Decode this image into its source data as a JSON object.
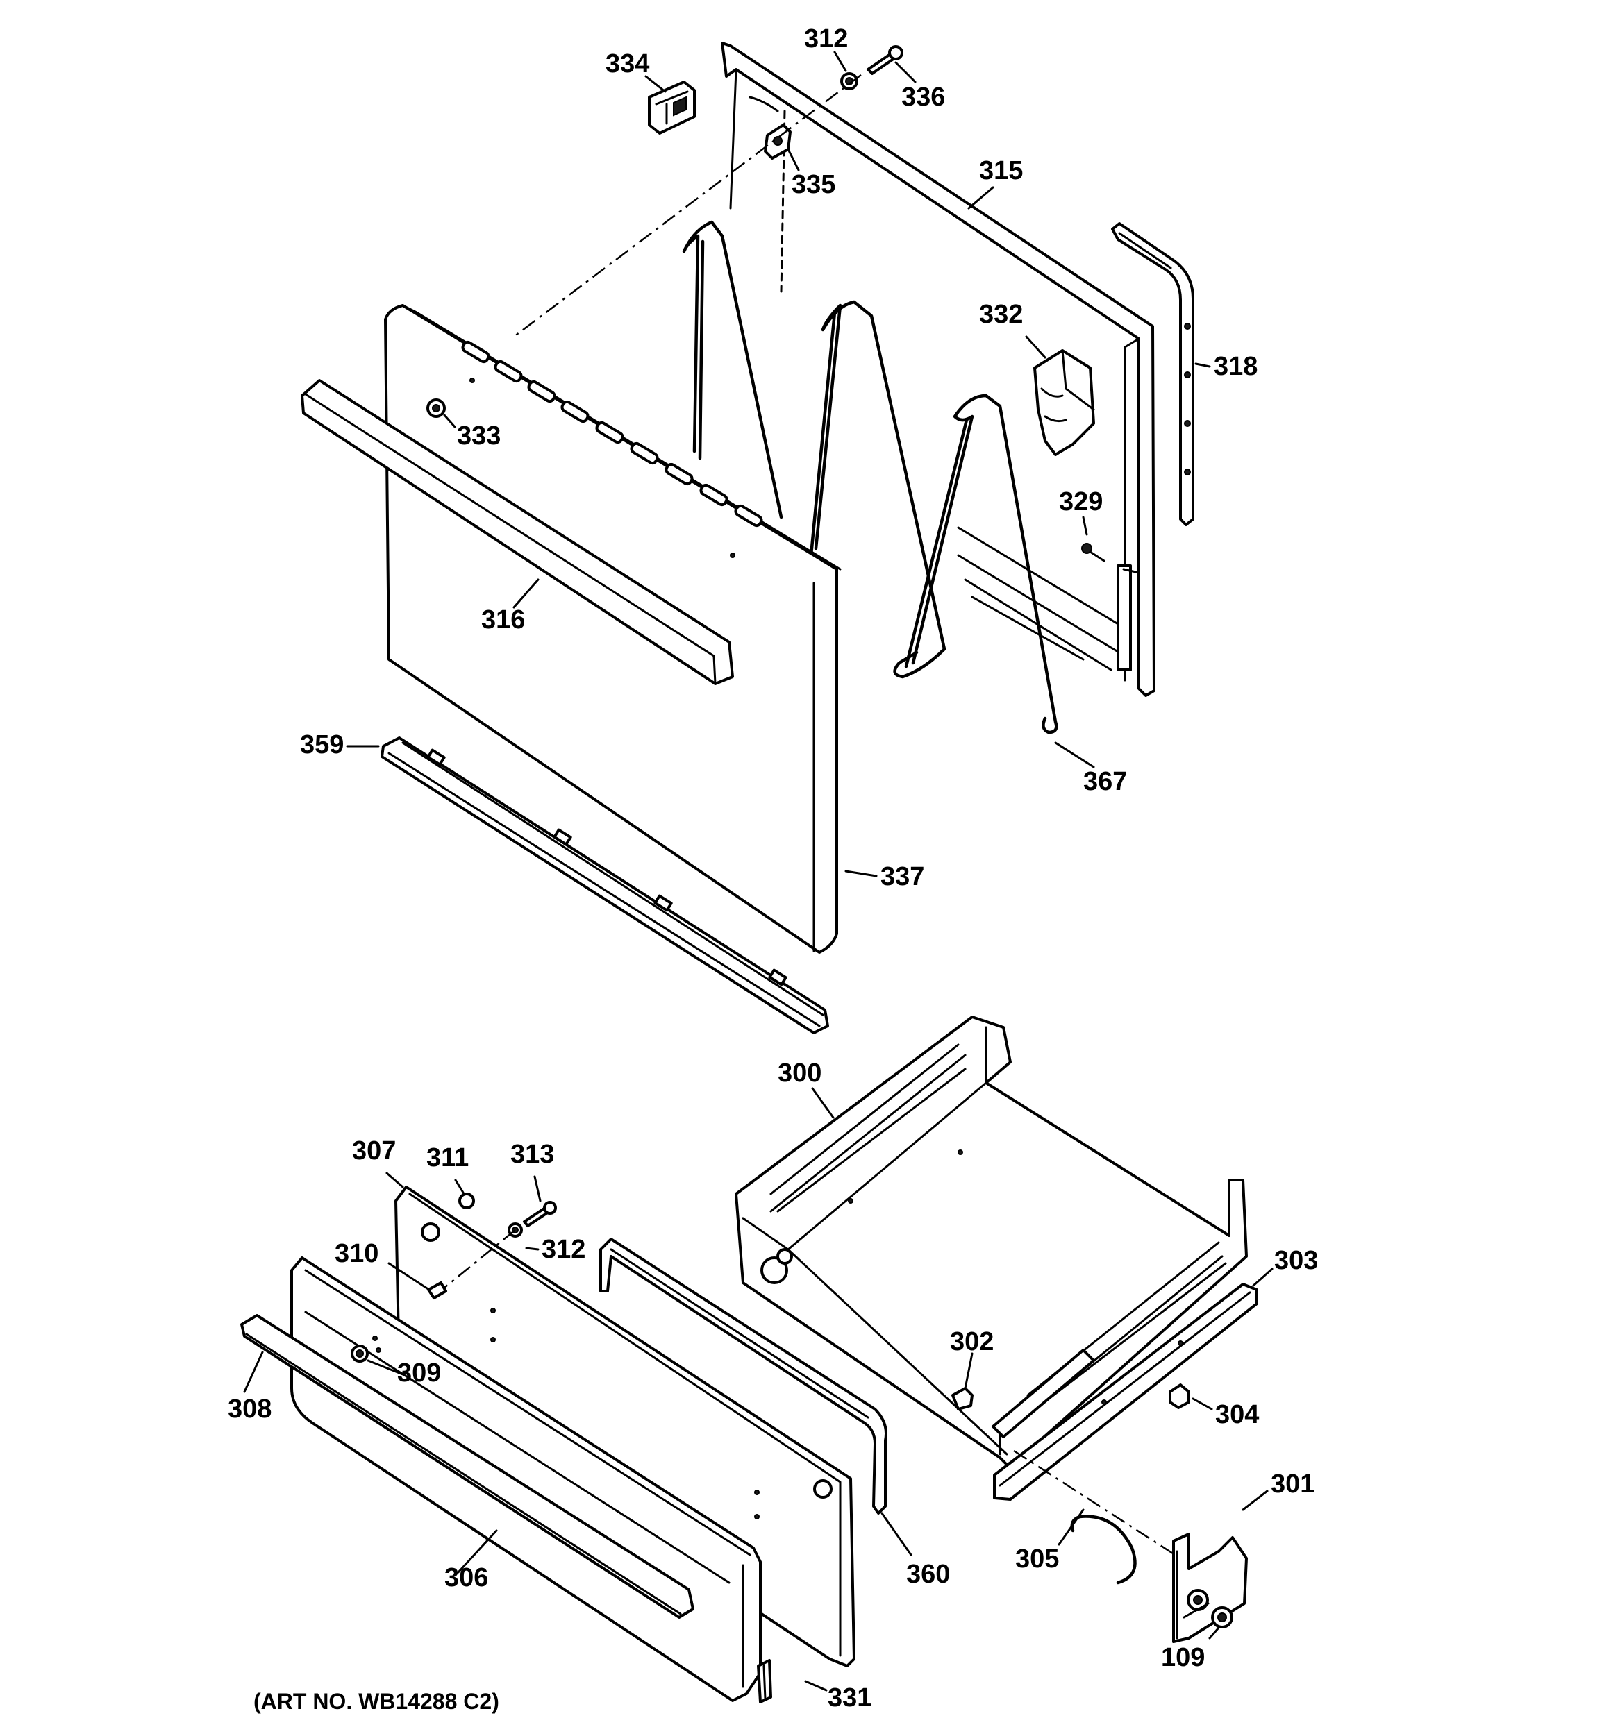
{
  "callouts": {
    "c312a": "312",
    "c336": "336",
    "c334": "334",
    "c335": "335",
    "c315": "315",
    "c318": "318",
    "c332": "332",
    "c333": "333",
    "c329": "329",
    "c316": "316",
    "c359": "359",
    "c367": "367",
    "c337": "337",
    "c300": "300",
    "c307": "307",
    "c311": "311",
    "c313": "313",
    "c312b": "312",
    "c310": "310",
    "c303": "303",
    "c302": "302",
    "c309": "309",
    "c308": "308",
    "c304": "304",
    "c301": "301",
    "c305": "305",
    "c306": "306",
    "c360": "360",
    "c109": "109",
    "c331": "331"
  },
  "art_number": "(ART NO. WB14288 C2)"
}
